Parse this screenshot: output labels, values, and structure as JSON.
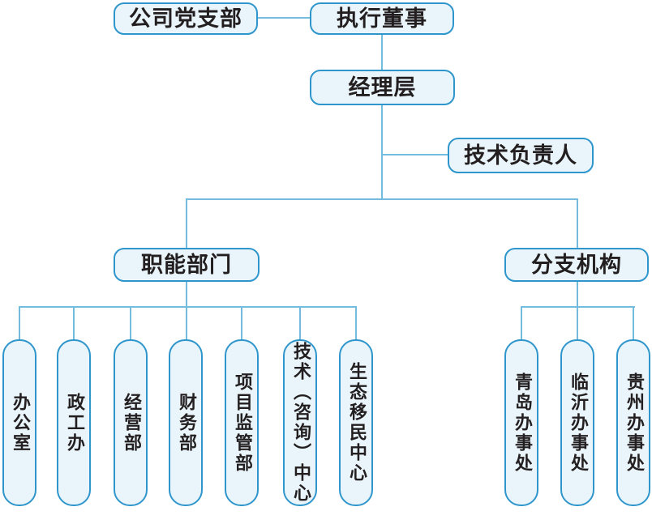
{
  "org": {
    "party_branch": {
      "label": "公司党支部"
    },
    "executive_director": {
      "label": "执行董事"
    },
    "management": {
      "label": "经理层"
    },
    "technical_lead": {
      "label": "技术负责人"
    },
    "functional_departments": {
      "label": "职能部门",
      "children": [
        {
          "label": "办公室"
        },
        {
          "label": "政工办"
        },
        {
          "label": "经营部"
        },
        {
          "label": "财务部"
        },
        {
          "label": "项目监管部"
        },
        {
          "label": "技术（咨询）中心"
        },
        {
          "label": "生态移民中心"
        }
      ]
    },
    "branch_organizations": {
      "label": "分支机构",
      "children": [
        {
          "label": "青岛办事处"
        },
        {
          "label": "临沂办事处"
        },
        {
          "label": "贵州办事处"
        }
      ]
    }
  },
  "colors": {
    "node_fill": "#eaf5fb",
    "node_border": "#2f96cc",
    "connector": "#74bcde",
    "text": "#231f20"
  }
}
